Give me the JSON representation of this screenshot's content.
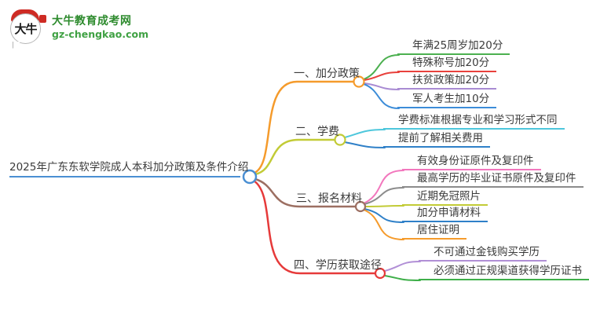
{
  "logo": {
    "icon_text": "大牛",
    "title": "大牛教育成考网",
    "subtitle": "gz-chengkao.com",
    "colors": {
      "brand_green": "#2e8b2e",
      "seal_red": "#ce2b24"
    }
  },
  "mindmap": {
    "root": {
      "label": "2025年广东东软学院成人本科加分政策及条件介绍",
      "color": "#4A8FD3"
    },
    "branches": [
      {
        "label": "一、加分政策",
        "color": "#F59B2C",
        "children": [
          {
            "label": "年满25周岁加20分",
            "color": "#4CB050"
          },
          {
            "label": "特殊称号加20分",
            "color": "#E8413C"
          },
          {
            "label": "扶贫政策加20分",
            "color": "#A98BD3"
          },
          {
            "label": "军人考生加10分",
            "color": "#3C8CD8"
          }
        ]
      },
      {
        "label": "二、学费",
        "color": "#C2CB36",
        "children": [
          {
            "label": "学费标准根据专业和学习形式不同",
            "color": "#4EC7DC"
          },
          {
            "label": "提前了解相关费用",
            "color": "#2F80C8"
          }
        ]
      },
      {
        "label": "三、报名材料",
        "color": "#9C6F62",
        "children": [
          {
            "label": "有效身份证原件及复印件",
            "color": "#F277BD"
          },
          {
            "label": "最高学历的毕业证书原件及复印件",
            "color": "#8C8C8C"
          },
          {
            "label": "近期免冠照片",
            "color": "#C2CB36"
          },
          {
            "label": "加分申请材料",
            "color": "#2F80C8"
          },
          {
            "label": "居住证明",
            "color": "#F59B2C"
          }
        ]
      },
      {
        "label": "四、学历获取途径",
        "color": "#E63A3A",
        "children": [
          {
            "label": "不可通过金钱购买学历",
            "color": "#B18FD6"
          },
          {
            "label": "必须通过正规渠道获得学历证书",
            "color": "#3FAF4A"
          }
        ]
      }
    ]
  }
}
